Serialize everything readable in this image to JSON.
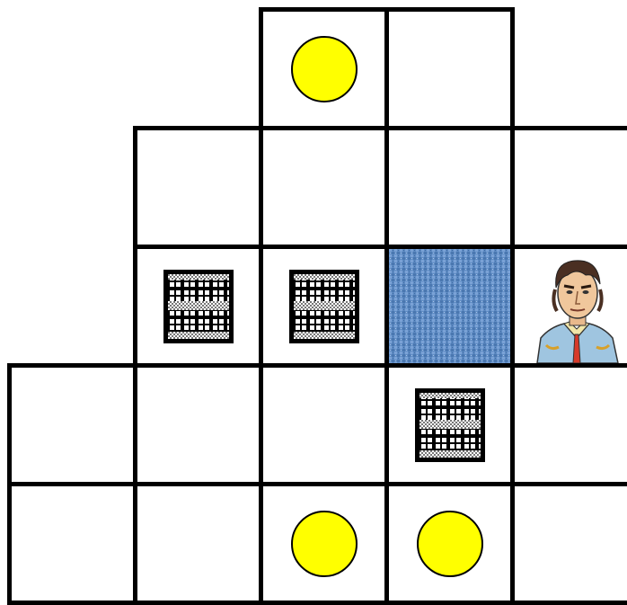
{
  "game": {
    "type": "sokoban-style puzzle board",
    "colors": {
      "floor": "#ffffff",
      "wall_line": "#000000",
      "coin": "#ffff00",
      "target_tile": "#5b86c0"
    },
    "grid": {
      "rows": 5,
      "cols": 5
    },
    "cells": [
      {
        "row": 0,
        "col": 2
      },
      {
        "row": 0,
        "col": 3
      },
      {
        "row": 1,
        "col": 1
      },
      {
        "row": 1,
        "col": 2
      },
      {
        "row": 1,
        "col": 3
      },
      {
        "row": 1,
        "col": 4
      },
      {
        "row": 2,
        "col": 1
      },
      {
        "row": 2,
        "col": 2
      },
      {
        "row": 2,
        "col": 3
      },
      {
        "row": 2,
        "col": 4
      },
      {
        "row": 3,
        "col": 0
      },
      {
        "row": 3,
        "col": 1
      },
      {
        "row": 3,
        "col": 2
      },
      {
        "row": 3,
        "col": 3
      },
      {
        "row": 3,
        "col": 4
      },
      {
        "row": 4,
        "col": 0
      },
      {
        "row": 4,
        "col": 1
      },
      {
        "row": 4,
        "col": 2
      },
      {
        "row": 4,
        "col": 3
      },
      {
        "row": 4,
        "col": 4
      }
    ],
    "coins": [
      {
        "row": 0,
        "col": 2
      },
      {
        "row": 4,
        "col": 2
      },
      {
        "row": 4,
        "col": 3
      }
    ],
    "boxes": [
      {
        "row": 2,
        "col": 1,
        "icon": "checkered-crate-icon"
      },
      {
        "row": 2,
        "col": 2,
        "icon": "checkered-crate-icon"
      },
      {
        "row": 3,
        "col": 3,
        "icon": "checkered-crate-icon"
      }
    ],
    "target_tiles": [
      {
        "row": 2,
        "col": 3,
        "icon": "blue-fabric-tile-icon"
      }
    ],
    "player": {
      "row": 2,
      "col": 4,
      "icon": "man-portrait-icon"
    }
  }
}
